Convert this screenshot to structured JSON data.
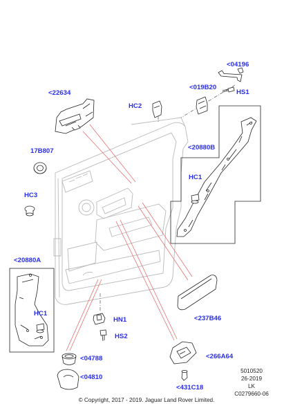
{
  "diagram": {
    "labels": {
      "p04196": "<04196",
      "p22634": "<22634",
      "p019B20": "<019B20",
      "hs1": "HS1",
      "hc2": "HC2",
      "p17B807": "17B807",
      "p20880B": "<20880B",
      "hc1_upper": "HC1",
      "hc3": "HC3",
      "p20880A": "<20880A",
      "hc1_lower": "HC1",
      "hn1": "HN1",
      "hs2": "HS2",
      "p237B46": "<237B46",
      "p04788": "<04788",
      "p266A64": "<266A64",
      "p04810": "<04810",
      "p431C18": "<431C18"
    },
    "ref_code": "5010520",
    "date": "26-2019",
    "region": "LK",
    "figure_id": "C0279660-06",
    "copyright": "© Copyright, 2017 - 2019. Jaguar Land Rover Limited.",
    "colors": {
      "label": "#2a2ee8",
      "leader": "#e86060",
      "outline": "#b9b9b9",
      "part_outline": "#222222"
    }
  }
}
